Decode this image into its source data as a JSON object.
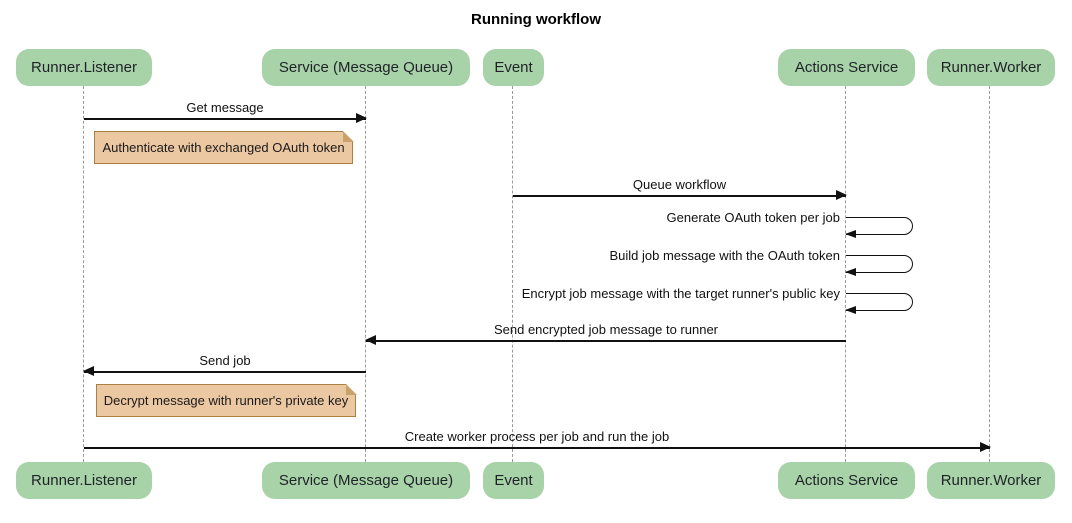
{
  "title": "Running workflow",
  "participants": [
    {
      "id": "runner-listener",
      "label": "Runner.Listener"
    },
    {
      "id": "service-mq",
      "label": "Service (Message Queue)"
    },
    {
      "id": "event",
      "label": "Event"
    },
    {
      "id": "actions-service",
      "label": "Actions Service"
    },
    {
      "id": "runner-worker",
      "label": "Runner.Worker"
    }
  ],
  "messages": [
    {
      "type": "solid-arrow",
      "from": "Runner.Listener",
      "to": "Service (Message Queue)",
      "label": "Get message"
    },
    {
      "type": "note",
      "over": [
        "Runner.Listener",
        "Service (Message Queue)"
      ],
      "label": "Authenticate with exchanged OAuth token"
    },
    {
      "type": "solid-arrow",
      "from": "Event",
      "to": "Actions Service",
      "label": "Queue workflow"
    },
    {
      "type": "self-arrow",
      "on": "Actions Service",
      "label": "Generate OAuth token per job"
    },
    {
      "type": "self-arrow",
      "on": "Actions Service",
      "label": "Build job message with the OAuth token"
    },
    {
      "type": "self-arrow",
      "on": "Actions Service",
      "label": "Encrypt job message with the target runner's public key"
    },
    {
      "type": "solid-arrow",
      "from": "Actions Service",
      "to": "Service (Message Queue)",
      "label": "Send encrypted job message to runner"
    },
    {
      "type": "solid-arrow",
      "from": "Service (Message Queue)",
      "to": "Runner.Listener",
      "label": "Send job"
    },
    {
      "type": "note",
      "over": [
        "Runner.Listener",
        "Service (Message Queue)"
      ],
      "label": "Decrypt message with runner's private key"
    },
    {
      "type": "solid-arrow",
      "from": "Runner.Listener",
      "to": "Runner.Worker",
      "label": "Create worker process per job and run the job"
    }
  ],
  "colors": {
    "actor_fill": "#a8d2a8",
    "actor_text": "#1f2328",
    "note_fill": "#ecc8a2",
    "note_border": "#aa8144",
    "note_fold": "#c9a26b",
    "lifeline": "#9a9a9a",
    "arrow": "#111111",
    "background": "#ffffff"
  }
}
